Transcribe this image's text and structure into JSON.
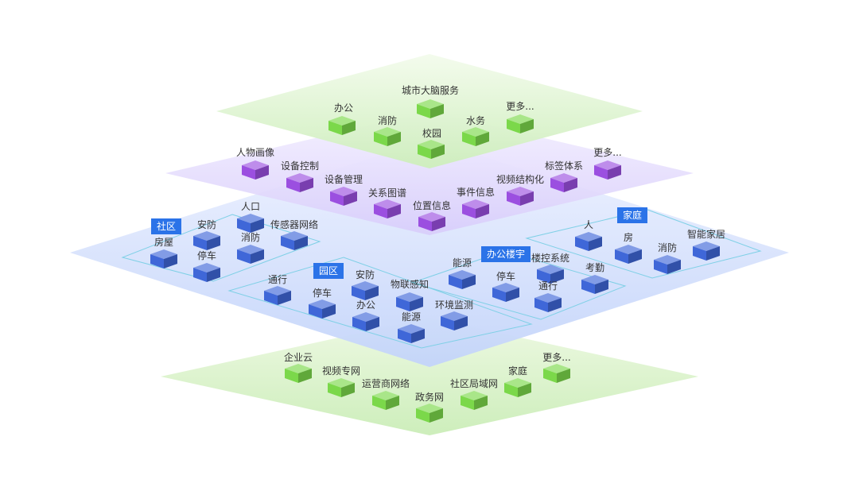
{
  "colors": {
    "green_layer": "#d6f2c4",
    "purple_layer": "#e0d8fb",
    "blue_layer": "#cfdcfb",
    "zone_outline": "#7fd0e6",
    "tag_bg": "#2b73e8",
    "green_cube": "#7bd84a",
    "purple_cube": "#9b4fe0",
    "blue_cube": "#3f67d8"
  },
  "layers": {
    "top": {
      "items": [
        {
          "label": "城市大脑服务",
          "cube": "green"
        },
        {
          "label": "办公",
          "cube": "green"
        },
        {
          "label": "消防",
          "cube": "green"
        },
        {
          "label": "校园",
          "cube": "green"
        },
        {
          "label": "水务",
          "cube": "green"
        },
        {
          "label": "更多...",
          "cube": "green"
        }
      ]
    },
    "middle": {
      "items": [
        {
          "label": "人物画像",
          "cube": "purple"
        },
        {
          "label": "设备控制",
          "cube": "purple"
        },
        {
          "label": "设备管理",
          "cube": "purple"
        },
        {
          "label": "关系图谱",
          "cube": "purple"
        },
        {
          "label": "位置信息",
          "cube": "purple"
        },
        {
          "label": "事件信息",
          "cube": "purple"
        },
        {
          "label": "视频结构化",
          "cube": "purple"
        },
        {
          "label": "标签体系",
          "cube": "purple"
        },
        {
          "label": "更多...",
          "cube": "purple"
        }
      ]
    },
    "scene": {
      "zones": [
        {
          "tag": "社区",
          "items": [
            "安防",
            "人口",
            "传感器网络",
            "房屋",
            "停车",
            "消防"
          ]
        },
        {
          "tag": "园区",
          "items": [
            "通行",
            "安防",
            "物联感知",
            "停车",
            "办公",
            "环境监测",
            "能源"
          ]
        },
        {
          "tag": "办公楼宇",
          "items": [
            "能源",
            "楼控系统",
            "停车",
            "通行",
            "考勤"
          ]
        },
        {
          "tag": "家庭",
          "items": [
            "人",
            "房",
            "智能家居",
            "消防"
          ]
        }
      ]
    },
    "bottom": {
      "items": [
        {
          "label": "企业云",
          "cube": "green"
        },
        {
          "label": "视频专网",
          "cube": "green"
        },
        {
          "label": "运营商网络",
          "cube": "green"
        },
        {
          "label": "政务网",
          "cube": "green"
        },
        {
          "label": "社区局域网",
          "cube": "green"
        },
        {
          "label": "家庭",
          "cube": "green"
        },
        {
          "label": "更多...",
          "cube": "green"
        }
      ]
    }
  }
}
